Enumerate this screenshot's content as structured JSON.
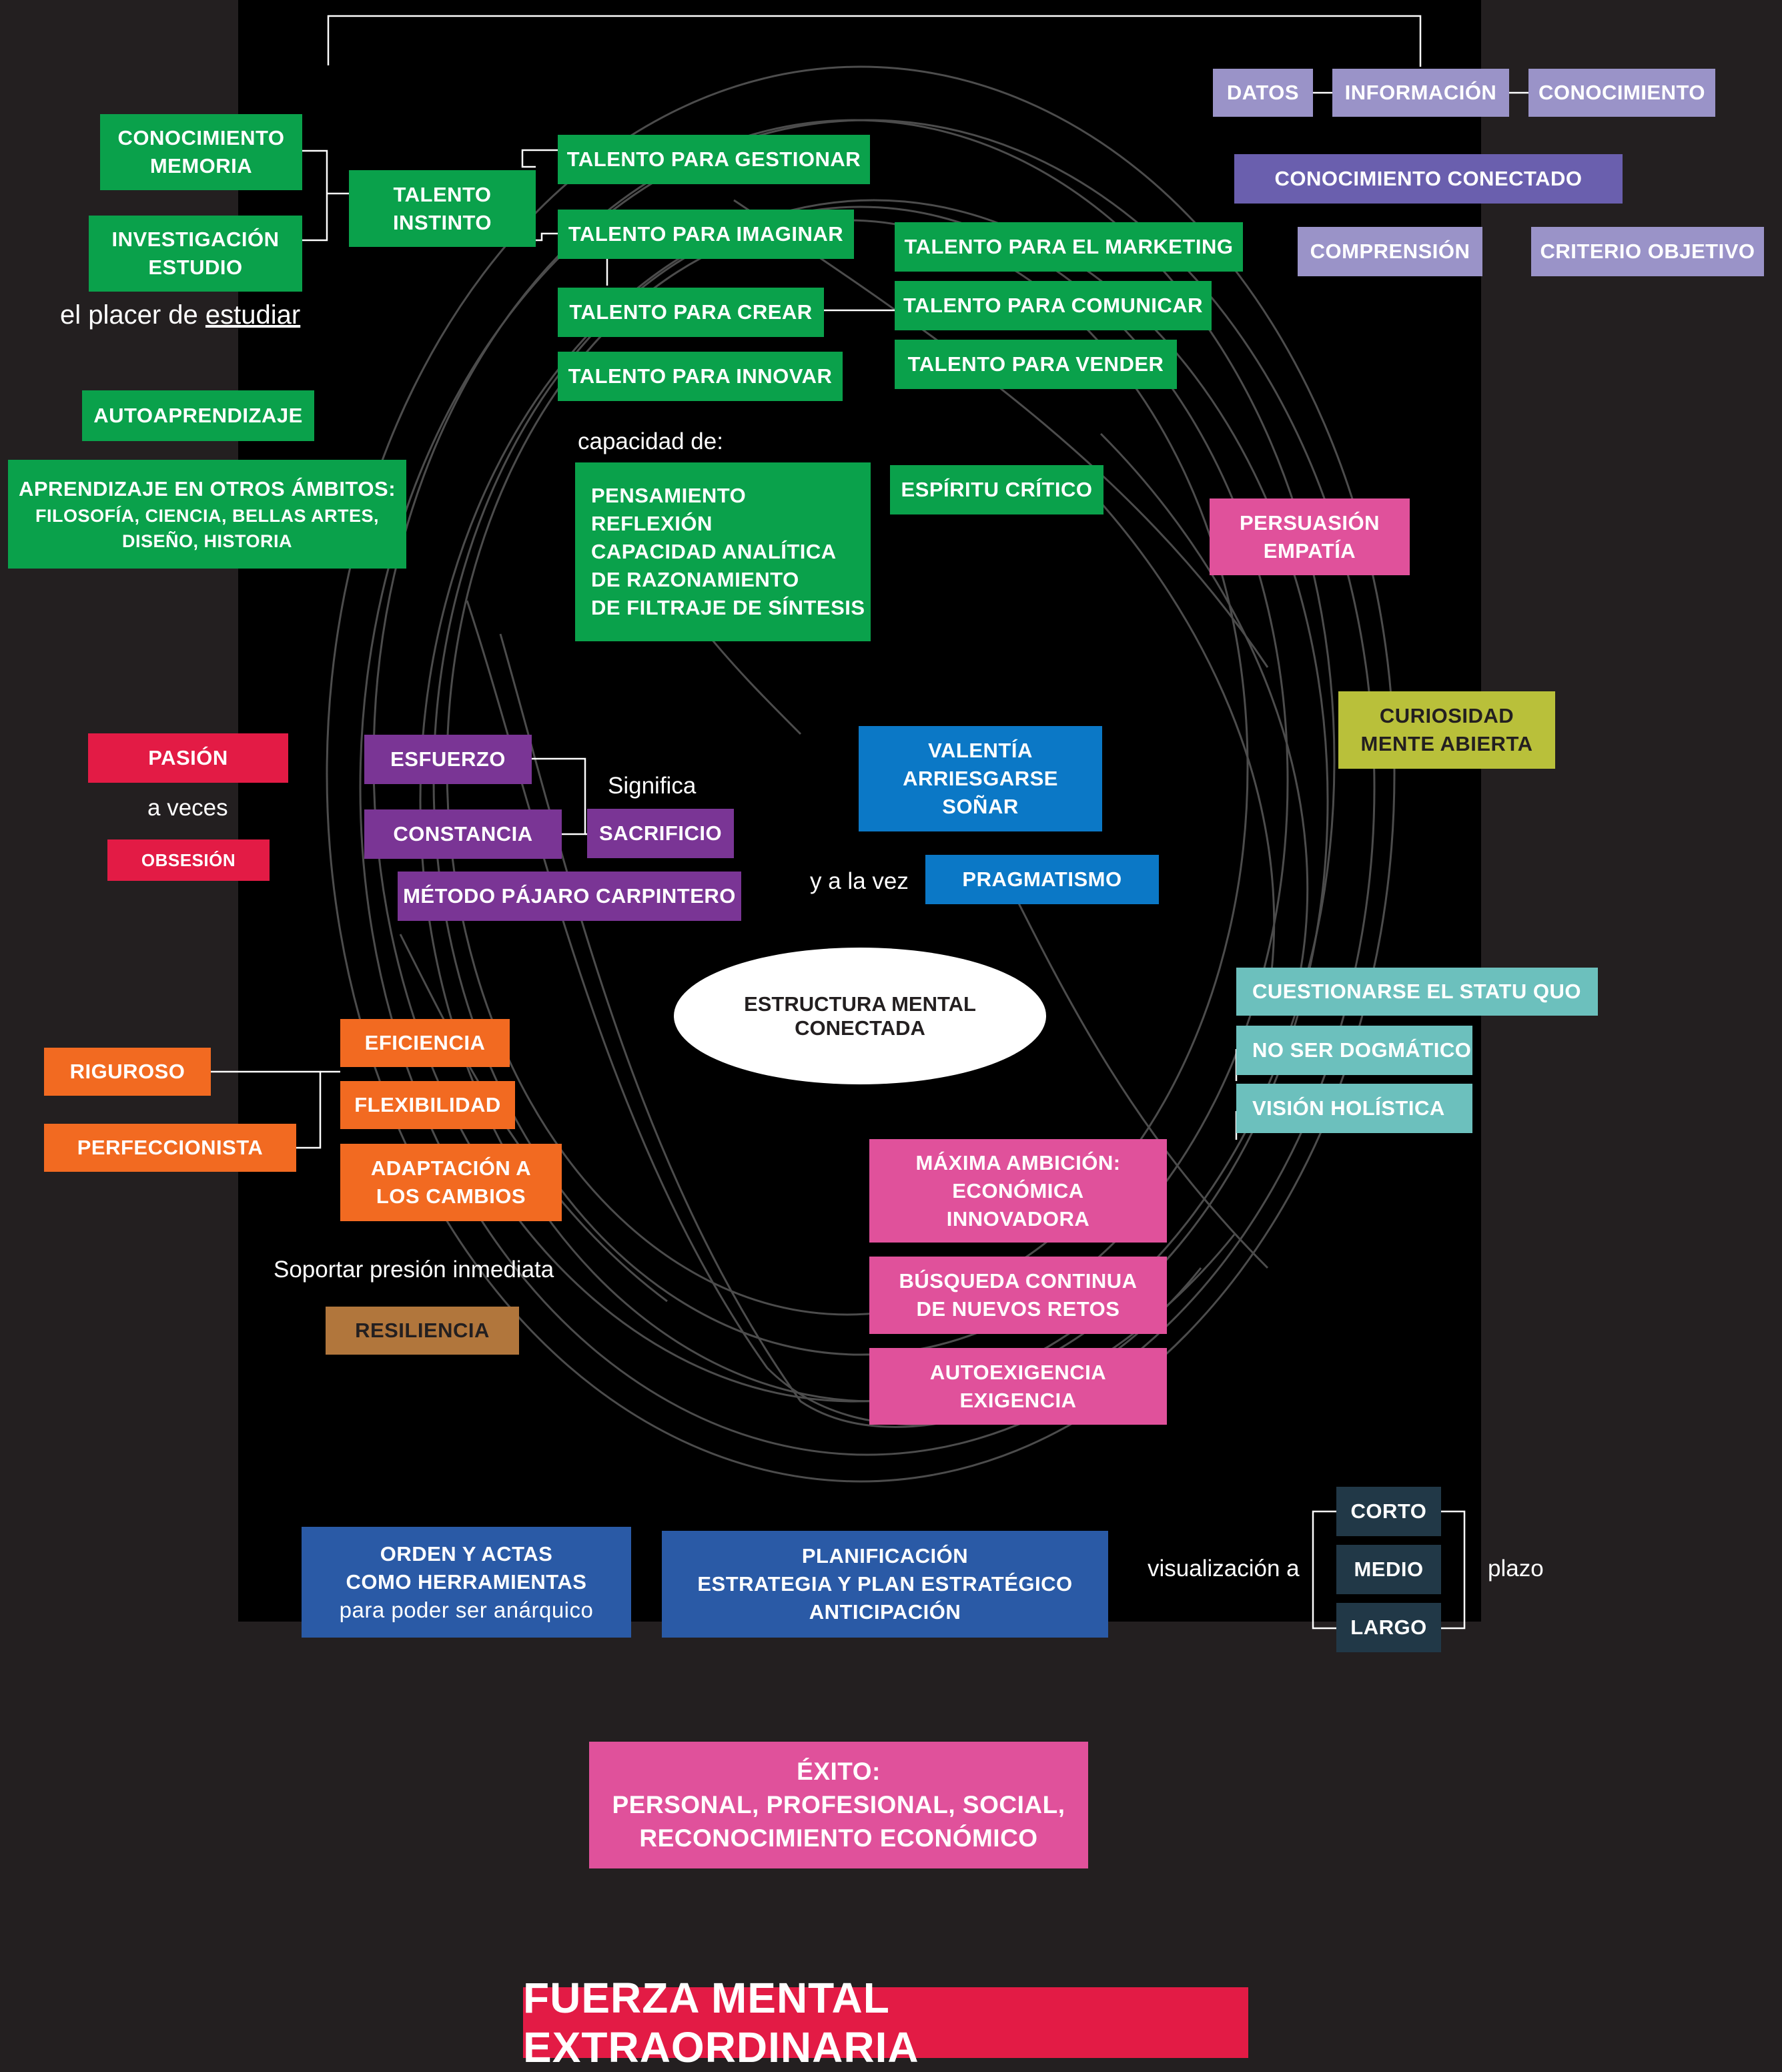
{
  "knowledge_chain": {
    "datos": "DATOS",
    "informacion": "INFORMACIÓN",
    "conocimiento": "CONOCIMIENTO"
  },
  "conocimiento_conectado": "CONOCIMIENTO CONECTADO",
  "comprension": "COMPRENSIÓN",
  "criterio_objetivo": "CRITERIO OBJETIVO",
  "conocimiento_memoria": [
    "CONOCIMIENTO",
    "MEMORIA"
  ],
  "investigacion_estudio": [
    "INVESTIGACIÓN",
    "ESTUDIO"
  ],
  "placer_estudiar": {
    "prefix": "el placer de ",
    "underlined": "estudiar"
  },
  "talento_instinto": [
    "TALENTO",
    "INSTINTO"
  ],
  "talentos": {
    "gestionar": "TALENTO PARA GESTIONAR",
    "imaginar": "TALENTO PARA IMAGINAR",
    "crear": "TALENTO  PARA CREAR",
    "innovar": "TALENTO PARA INNOVAR",
    "marketing": "TALENTO PARA EL MARKETING",
    "comunicar": "TALENTO PARA COMUNICAR",
    "vender": "TALENTO PARA  VENDER"
  },
  "autoaprendizaje": "AUTOAPRENDIZAJE",
  "aprendizaje_otros": {
    "title": "APRENDIZAJE EN OTROS ÁMBITOS:",
    "lines": [
      "FILOSOFÍA, CIENCIA, BELLAS ARTES,",
      "DISEÑO, HISTORIA"
    ]
  },
  "capacidad_label": "capacidad de:",
  "capacidades": [
    "PENSAMIENTO",
    "REFLEXIÓN",
    "CAPACIDAD ANALÍTICA",
    "DE RAZONAMIENTO",
    "DE FILTRAJE DE SÍNTESIS"
  ],
  "espiritu_critico": "ESPÍRITU CRÍTICO",
  "persuasion_empatia": [
    "PERSUASIÓN",
    "EMPATÍA"
  ],
  "curiosidad": [
    "CURIOSIDAD",
    "MENTE ABIERTA"
  ],
  "pasion": "PASIÓN",
  "a_veces": "a veces",
  "obsesion": "OBSESIÓN",
  "esfuerzo": "ESFUERZO",
  "constancia": "CONSTANCIA",
  "significa": "Significa",
  "sacrificio": "SACRIFICIO",
  "metodo_pajaro": "MÉTODO PÁJARO CARPINTERO",
  "valentia": [
    "VALENTÍA",
    "ARRIESGARSE",
    "SOÑAR"
  ],
  "y_a_la_vez": "y a la vez",
  "pragmatismo": "PRAGMATISMO",
  "estructura_mental": [
    "ESTRUCTURA MENTAL",
    "CONECTADA"
  ],
  "cuestionarse": "CUESTIONARSE EL  STATU QUO",
  "no_dogmatico": "NO SER DOGMÁTICO",
  "vision_holistica": "VISIÓN HOLÍSTICA",
  "riguroso": "RIGUROSO",
  "perfeccionista": "PERFECCIONISTA",
  "eficiencia": "EFICIENCIA",
  "flexibilidad": "FLEXIBILIDAD",
  "adaptacion": [
    "ADAPTACIÓN A",
    "LOS CAMBIOS"
  ],
  "soportar_presion": "Soportar presión inmediata",
  "resiliencia": "RESILIENCIA",
  "maxima_ambicion": [
    "MÁXIMA AMBICIÓN:",
    "ECONÓMICA",
    "INNOVADORA"
  ],
  "busqueda_retos": [
    "BÚSQUEDA CONTINUA",
    "DE NUEVOS RETOS"
  ],
  "autoexigencia": [
    "AUTOEXIGENCIA",
    "EXIGENCIA"
  ],
  "orden_actas": {
    "lines": [
      "ORDEN Y ACTAS",
      "COMO HERRAMIENTAS"
    ],
    "sub": "para poder ser anárquico"
  },
  "planificacion": [
    "PLANIFICACIÓN",
    "ESTRATEGIA Y PLAN ESTRATÉGICO",
    "ANTICIPACIÓN"
  ],
  "visualizacion": "visualización a",
  "plazos": [
    "CORTO",
    "MEDIO",
    "LARGO"
  ],
  "plazo": "plazo",
  "exito": [
    "ÉXITO:",
    "PERSONAL, PROFESIONAL, SOCIAL,",
    "RECONOCIMIENTO ECONÓMICO"
  ],
  "title": "FUERZA MENTAL EXTRAORDINARIA",
  "colors": {
    "background": "#231f20",
    "panel": "#000000",
    "green": "#0aa14b",
    "lavender": "#9a93c8",
    "lavender_dark": "#6a5fae",
    "pink": "#e0519b",
    "olive": "#b9c03a",
    "red": "#e31b45",
    "purple": "#7a3595",
    "blue": "#0b78c6",
    "teal": "#6cc0bd",
    "orange": "#f26a21",
    "brown": "#b1763c",
    "navy": "#2a5aa6",
    "slate": "#213847"
  }
}
